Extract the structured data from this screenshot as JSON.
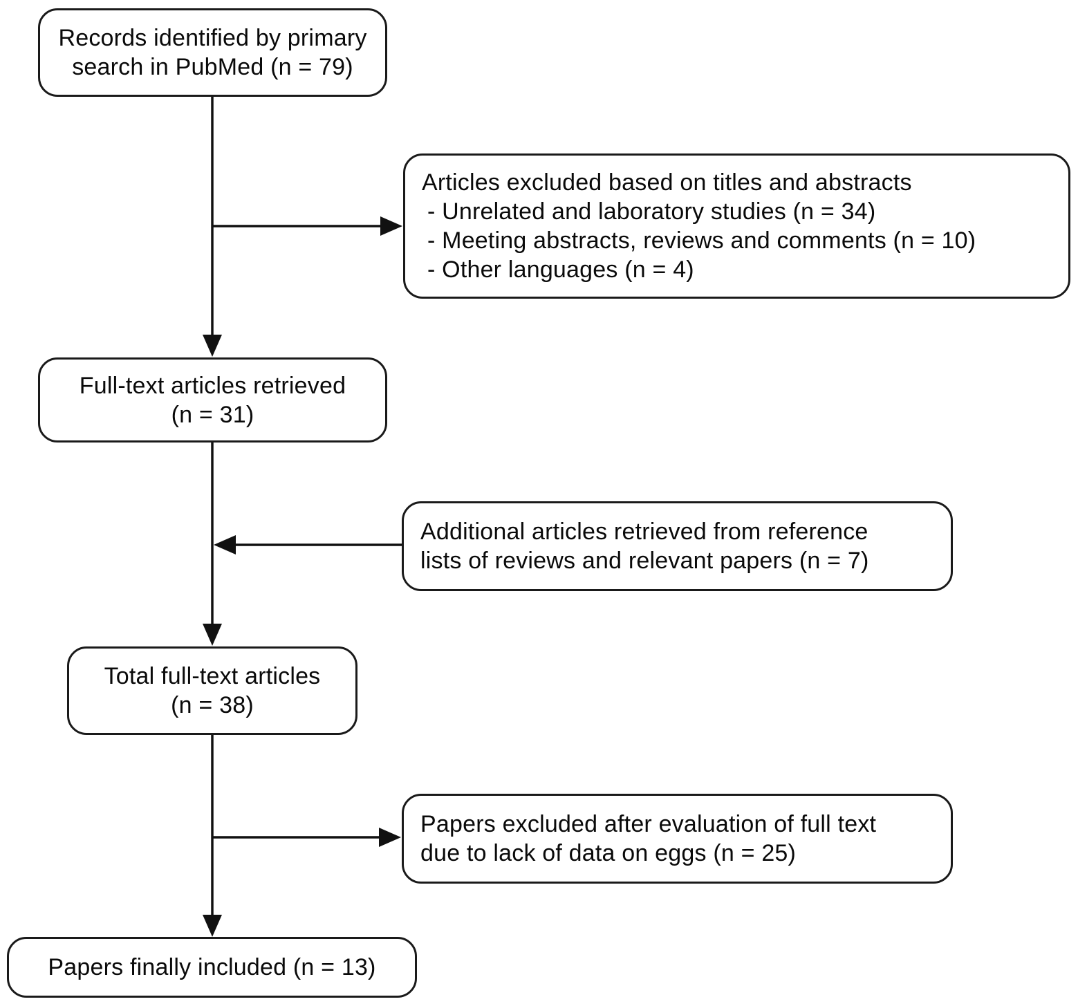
{
  "flowchart": {
    "nodes": {
      "records": {
        "lines": [
          "Records identified by primary",
          "search in PubMed (n = 79)"
        ]
      },
      "excluded_titles": {
        "title": "Articles excluded based on titles and abstracts",
        "items": [
          "- Unrelated and laboratory studies (n = 34)",
          "- Meeting abstracts, reviews and comments (n = 10)",
          "- Other languages (n = 4)"
        ]
      },
      "fulltext": {
        "lines": [
          "Full-text articles retrieved",
          "(n = 31)"
        ]
      },
      "additional": {
        "lines": [
          "Additional articles retrieved from reference",
          "lists of reviews and relevant papers (n = 7)"
        ]
      },
      "total": {
        "lines": [
          "Total full-text articles",
          "(n = 38)"
        ]
      },
      "excluded_fulltext": {
        "lines": [
          "Papers excluded after evaluation of full text",
          "due to lack of data on eggs (n = 25)"
        ]
      },
      "final": {
        "text": "Papers finally included (n = 13)"
      }
    },
    "counts": {
      "records_identified": 79,
      "excluded_unrelated_laboratory": 34,
      "excluded_meeting_reviews_comments": 10,
      "excluded_other_languages": 4,
      "fulltext_retrieved": 31,
      "additional_from_references": 7,
      "total_fulltext": 38,
      "excluded_lack_of_egg_data": 25,
      "finally_included": 13
    },
    "colors": {
      "stroke": "#1a1a1a",
      "text": "#0a0a0a",
      "background": "#ffffff"
    }
  }
}
